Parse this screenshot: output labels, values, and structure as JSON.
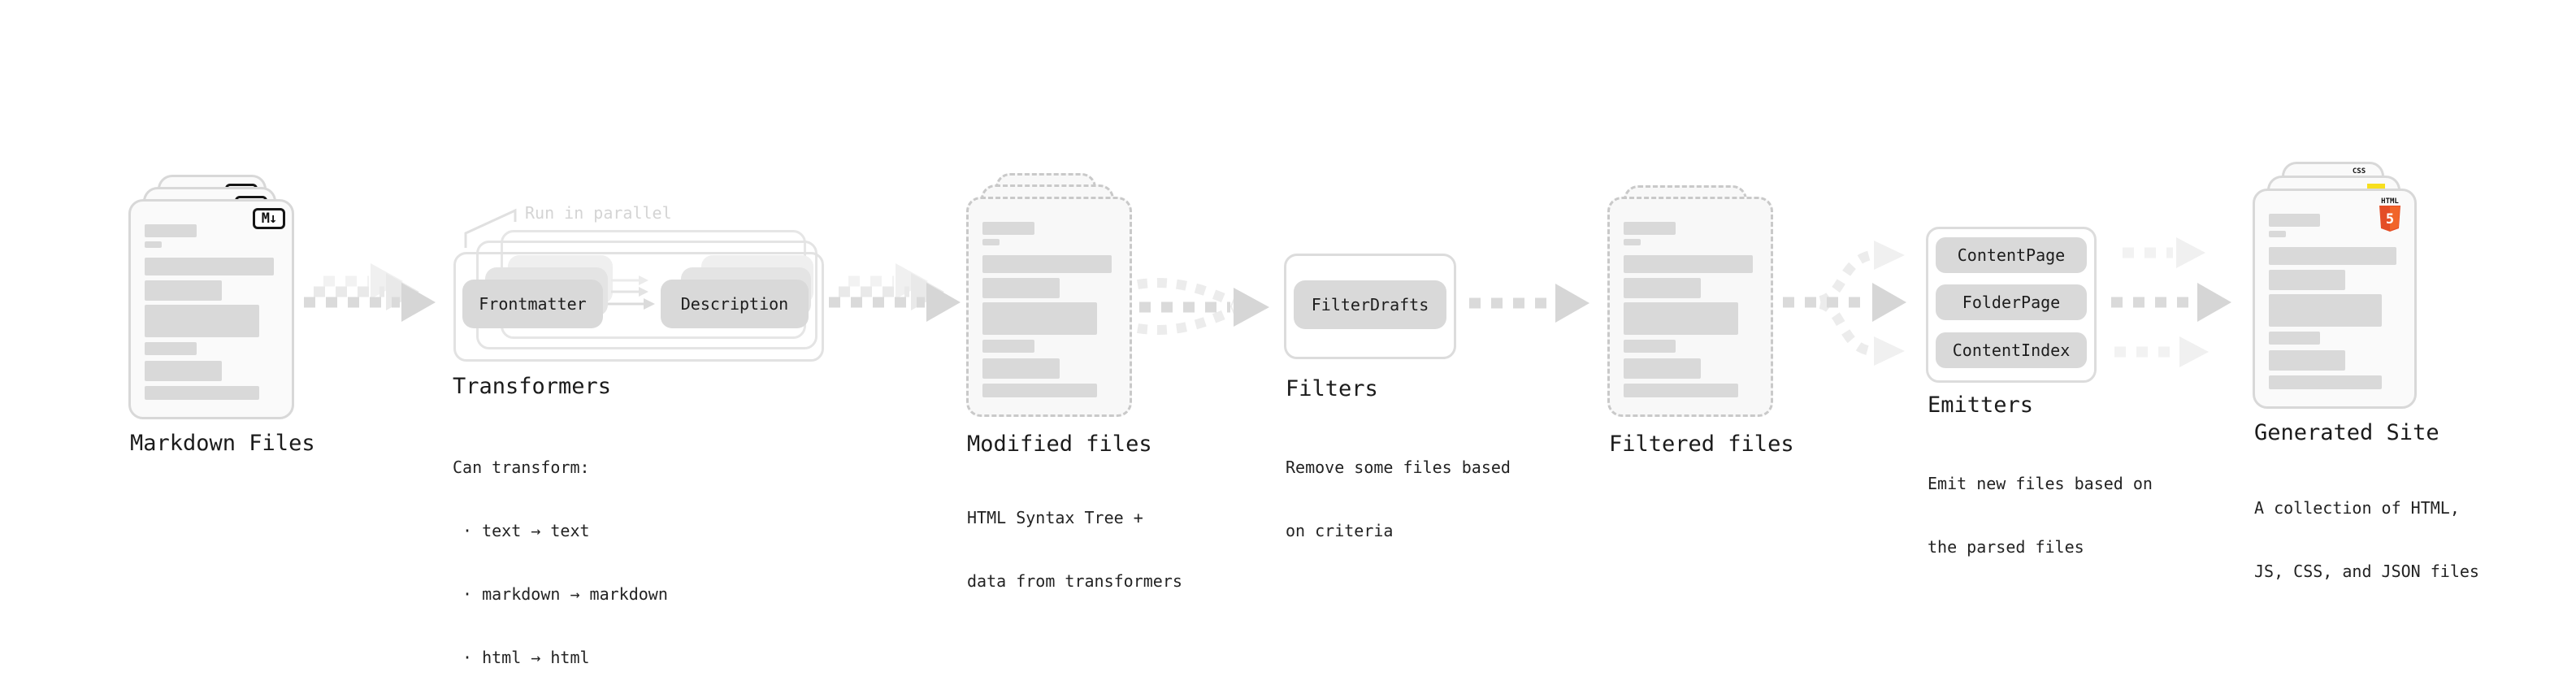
{
  "stages": {
    "markdown_files": {
      "title": "Markdown Files",
      "file_icon_label": "M↓"
    },
    "transformers": {
      "title": "Transformers",
      "annotation": "Run in parallel",
      "node_a": "Frontmatter",
      "node_b": "Description",
      "desc_heading": "Can transform:",
      "bullets": [
        "· text → text",
        "· markdown → markdown",
        "· html → html"
      ]
    },
    "modified_files": {
      "title": "Modified files",
      "desc_lines": [
        "HTML Syntax Tree +",
        "data from transformers"
      ]
    },
    "filters": {
      "title": "Filters",
      "node": "FilterDrafts",
      "desc_lines": [
        "Remove some files based",
        "on criteria"
      ]
    },
    "filtered_files": {
      "title": "Filtered files"
    },
    "emitters": {
      "title": "Emitters",
      "nodes": [
        "ContentPage",
        "FolderPage",
        "ContentIndex"
      ],
      "desc_lines": [
        "Emit new files based on",
        "the parsed files"
      ]
    },
    "generated_site": {
      "title": "Generated Site",
      "desc_lines": [
        "A collection of HTML,",
        "JS, CSS, and JSON files"
      ],
      "css_icon_label": "CSS",
      "html_icon_label": "HTML",
      "html_icon_number": "5"
    }
  },
  "file_bars": {
    "heights": [
      16,
      8,
      22,
      25,
      40,
      16,
      25,
      17
    ],
    "widths_pct": [
      39,
      13,
      97,
      58,
      86,
      39,
      58,
      86
    ],
    "gaps": [
      5,
      12,
      6,
      5,
      6,
      7,
      6,
      0
    ]
  },
  "colors": {
    "html5_orange": "#e44d26",
    "html5_orange_light": "#f16529",
    "js_yellow": "#f7df1e",
    "css_blue": "#2b6ff2",
    "node_gray": "#d9d9d9",
    "arrow_gray": "#d6d6d6"
  }
}
